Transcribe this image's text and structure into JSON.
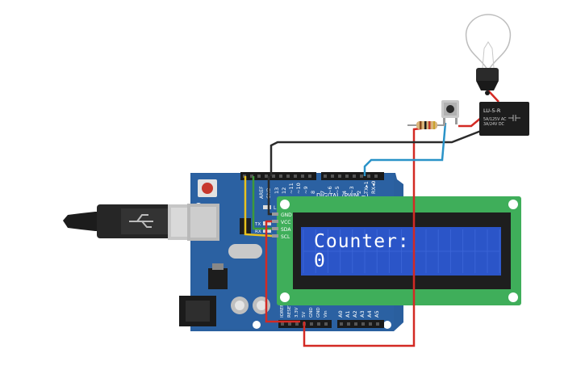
{
  "arduino": {
    "aref_label": "AREF",
    "gnd_label": "GND",
    "pin_labels": [
      "13",
      "12",
      "~11",
      "~10",
      "~9",
      "8",
      "7",
      "~6",
      "~5",
      "4",
      "~3",
      "2",
      "TX▸1",
      "RX◂0"
    ],
    "digital_label": "DIGITAL (PWM ~)",
    "led_l": "L",
    "led_tx": "TX",
    "led_rx": "RX",
    "power_labels": [
      "IOREF",
      "RESET",
      "3.3V",
      "5V",
      "GND",
      "GND",
      "Vin"
    ],
    "analog_labels": [
      "A0",
      "A1",
      "A2",
      "A3",
      "A4",
      "A5"
    ]
  },
  "lcd": {
    "pin_labels": [
      "GND",
      "VCC",
      "SDA",
      "SCL"
    ],
    "line1": "Counter:",
    "line2": "0"
  },
  "relay": {
    "model": "LU-5-R",
    "spec1": "5A/125V AC",
    "spec2": "3A/24V  DC"
  },
  "colors": {
    "board": "#2a5f9e",
    "lcd_pcb": "#3fae5a",
    "lcd_screen": "#2b55c8",
    "wire_red": "#d32a24",
    "wire_black": "#2b2b2b",
    "wire_blue": "#2a93c8",
    "wire_yellow": "#e8c21d",
    "wire_green": "#3d9a3a"
  }
}
